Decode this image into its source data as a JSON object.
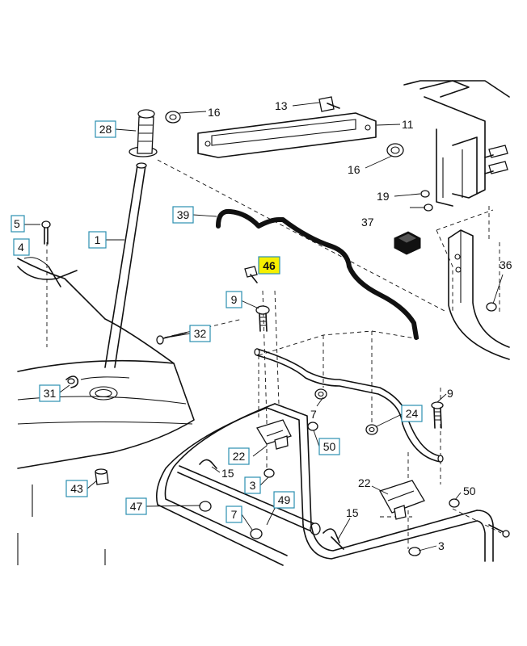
{
  "callouts": [
    {
      "id": "28",
      "text": "28",
      "style": "boxed"
    },
    {
      "id": "16a",
      "text": "16",
      "style": "plain"
    },
    {
      "id": "13",
      "text": "13",
      "style": "plain"
    },
    {
      "id": "11",
      "text": "11",
      "style": "plain"
    },
    {
      "id": "16b",
      "text": "16",
      "style": "plain"
    },
    {
      "id": "19",
      "text": "19",
      "style": "plain"
    },
    {
      "id": "37",
      "text": "37",
      "style": "plain"
    },
    {
      "id": "39",
      "text": "39",
      "style": "boxed"
    },
    {
      "id": "5",
      "text": "5",
      "style": "boxed"
    },
    {
      "id": "4",
      "text": "4",
      "style": "boxed"
    },
    {
      "id": "1",
      "text": "1",
      "style": "boxed"
    },
    {
      "id": "46",
      "text": "46",
      "style": "highlight"
    },
    {
      "id": "36",
      "text": "36",
      "style": "plain"
    },
    {
      "id": "9a",
      "text": "9",
      "style": "boxed"
    },
    {
      "id": "32",
      "text": "32",
      "style": "boxed"
    },
    {
      "id": "31",
      "text": "31",
      "style": "boxed"
    },
    {
      "id": "9b",
      "text": "9",
      "style": "plain"
    },
    {
      "id": "7a",
      "text": "7",
      "style": "plain"
    },
    {
      "id": "24",
      "text": "24",
      "style": "boxed"
    },
    {
      "id": "50a",
      "text": "50",
      "style": "boxed"
    },
    {
      "id": "22a",
      "text": "22",
      "style": "boxed"
    },
    {
      "id": "15a",
      "text": "15",
      "style": "plain"
    },
    {
      "id": "3a",
      "text": "3",
      "style": "boxed"
    },
    {
      "id": "43",
      "text": "43",
      "style": "boxed"
    },
    {
      "id": "22b",
      "text": "22",
      "style": "plain"
    },
    {
      "id": "50b",
      "text": "50",
      "style": "plain"
    },
    {
      "id": "47",
      "text": "47",
      "style": "boxed"
    },
    {
      "id": "49",
      "text": "49",
      "style": "boxed"
    },
    {
      "id": "7b",
      "text": "7",
      "style": "boxed"
    },
    {
      "id": "15b",
      "text": "15",
      "style": "plain"
    },
    {
      "id": "3b",
      "text": "3",
      "style": "plain"
    }
  ],
  "colors": {
    "callout_border": "#2b8fb0",
    "highlight_fill": "#f6f000",
    "line": "#111111",
    "background": "#ffffff"
  }
}
